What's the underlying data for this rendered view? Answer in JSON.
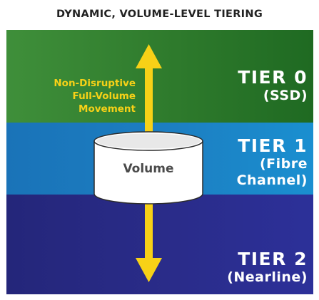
{
  "title": "DYNAMIC, VOLUME-LEVEL TIERING",
  "movement": {
    "line1": "Non-Disruptive",
    "line2": "Full-Volume",
    "line3": "Movement"
  },
  "volume": "Volume",
  "tiers": [
    {
      "name": "TIER 0",
      "line1": "(SSD)",
      "line2": ""
    },
    {
      "name": "TIER 1",
      "line1": "(Fibre",
      "line2": "Channel)"
    },
    {
      "name": "TIER 2",
      "line1": "(Nearline)",
      "line2": ""
    }
  ],
  "colors": {
    "tier0": "#2e7a2c",
    "tier1": "#1c7fc2",
    "tier2": "#2a2c8a",
    "arrow": "#f7d117",
    "movement_text": "#f7d117"
  }
}
